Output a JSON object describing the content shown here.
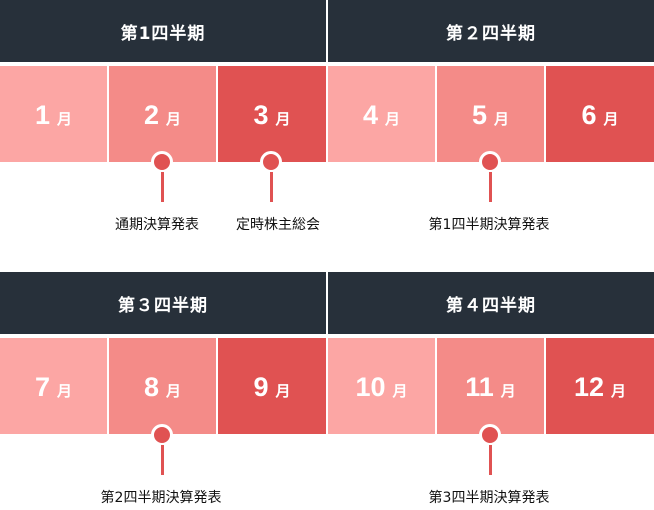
{
  "quarters": [
    {
      "title": "第1四半期",
      "months": [
        {
          "num": "1",
          "unit": "月"
        },
        {
          "num": "2",
          "unit": "月"
        },
        {
          "num": "3",
          "unit": "月"
        }
      ]
    },
    {
      "title": "第２四半期",
      "months": [
        {
          "num": "4",
          "unit": "月"
        },
        {
          "num": "5",
          "unit": "月"
        },
        {
          "num": "6",
          "unit": "月"
        }
      ]
    },
    {
      "title": "第３四半期",
      "months": [
        {
          "num": "7",
          "unit": "月"
        },
        {
          "num": "8",
          "unit": "月"
        },
        {
          "num": "9",
          "unit": "月"
        }
      ]
    },
    {
      "title": "第４四半期",
      "months": [
        {
          "num": "10",
          "unit": "月"
        },
        {
          "num": "11",
          "unit": "月"
        },
        {
          "num": "12",
          "unit": "月"
        }
      ]
    }
  ],
  "events": [
    {
      "label": "通期決算発表",
      "month": "2"
    },
    {
      "label": "定時株主総会",
      "month": "3"
    },
    {
      "label": "第1四半期決算発表",
      "month": "5"
    },
    {
      "label": "第2四半期決算発表",
      "month": "8"
    },
    {
      "label": "第3四半期決算発表",
      "month": "11"
    }
  ],
  "colors": {
    "header": "#27303a",
    "month_light": "#fca6a4",
    "month_mid": "#f48b88",
    "month_dark": "#e05252",
    "marker": "#e05252"
  }
}
